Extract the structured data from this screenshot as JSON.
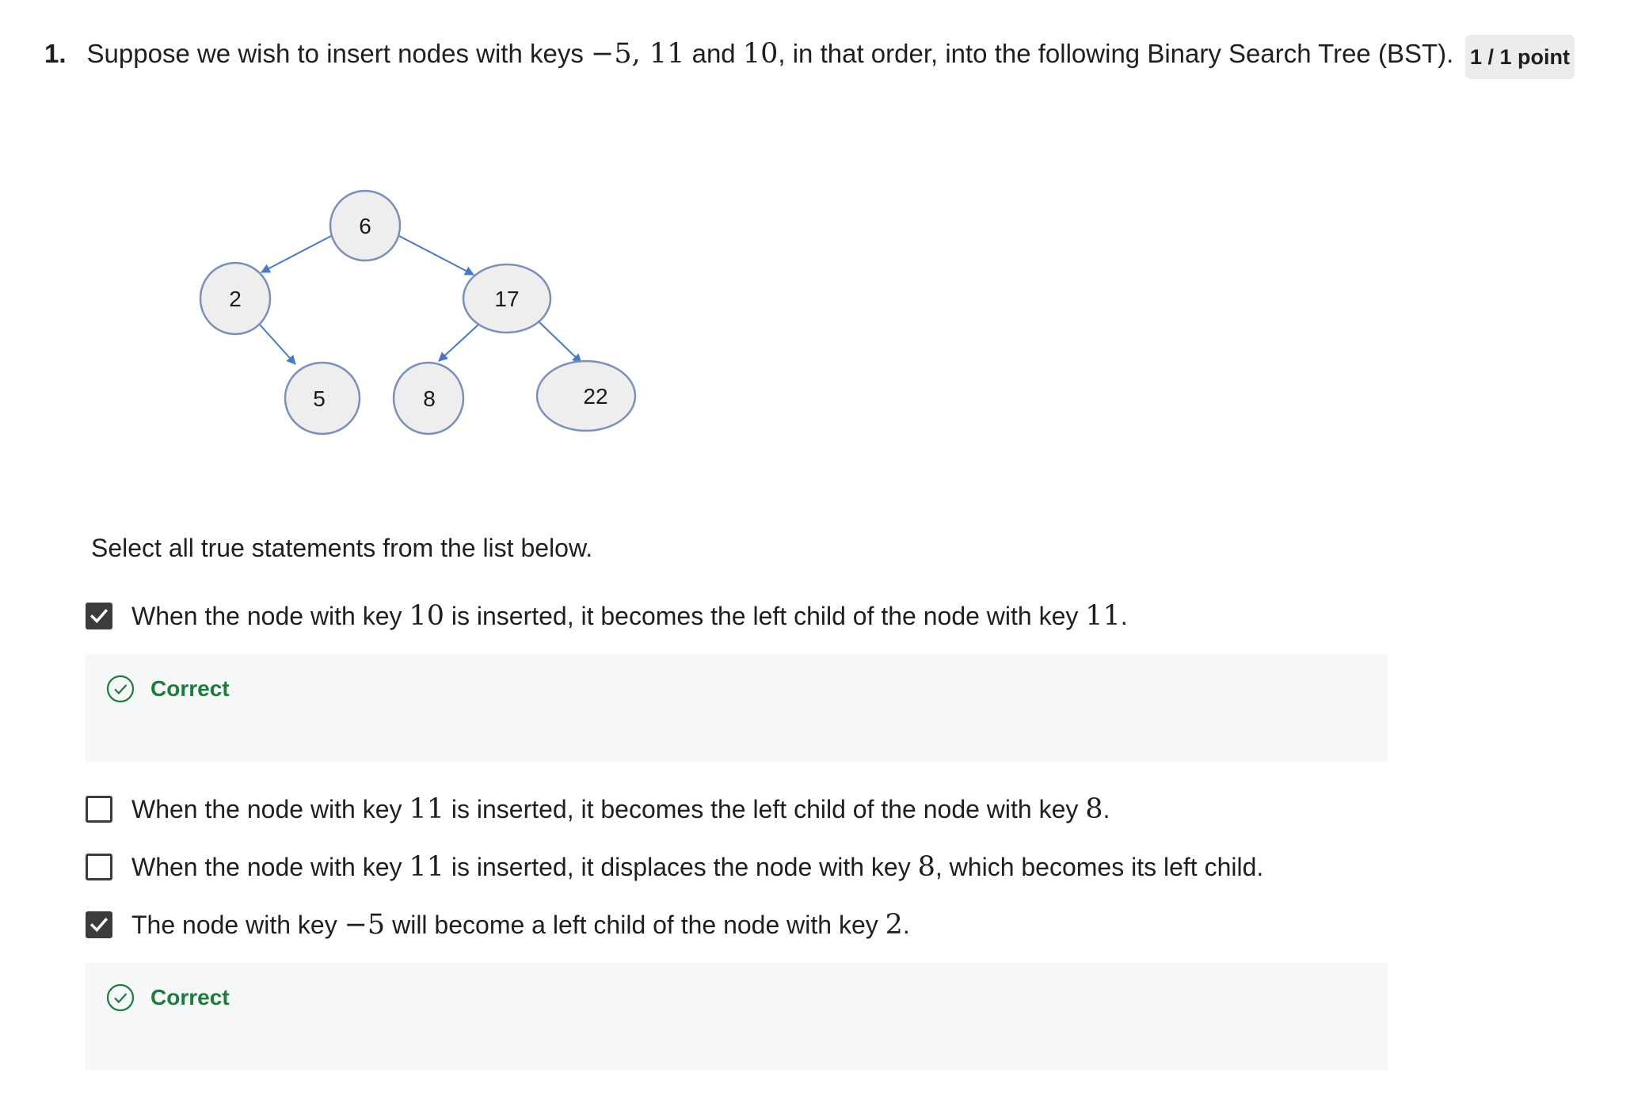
{
  "question": {
    "number": "1.",
    "text_before": "Suppose we wish to insert nodes with keys",
    "key1": "−5, 11",
    "text_and": "and",
    "key2": "10",
    "text_after": ", in that order, into the following Binary Search Tree (BST)."
  },
  "points": "1 / 1 point",
  "tree": {
    "nodes": [
      "6",
      "2",
      "17",
      "5",
      "8",
      "22"
    ],
    "edge_color": "#4a79c4",
    "node_fill": "#eeeeee",
    "node_stroke": "#7a90b8"
  },
  "prompt": "Select all true statements from the list below.",
  "options": [
    {
      "checked": true,
      "parts": [
        "When the node with key",
        "10",
        "is inserted, it becomes the left child of the node with key",
        "11",
        "."
      ],
      "feedback": "Correct"
    },
    {
      "checked": false,
      "parts": [
        "When the node with key",
        "11",
        "is inserted, it becomes the left child of the node with key",
        "8",
        "."
      ]
    },
    {
      "checked": false,
      "parts": [
        "When the node with key",
        "11",
        "is inserted, it displaces the node with key",
        "8",
        ", which becomes its left child."
      ]
    },
    {
      "checked": true,
      "parts": [
        "The node with key",
        "−5",
        "will become a left child of the node with key",
        "2",
        "."
      ],
      "feedback": "Correct"
    }
  ],
  "colors": {
    "correct_green": "#1f7a3e",
    "feedback_bg": "#f5f7f8",
    "checkbox_dark": "#3c3c3c",
    "badge_bg": "#ececec"
  },
  "icons": {
    "checkbox_checked": "checkmark-icon",
    "feedback": "check-circle-icon"
  }
}
